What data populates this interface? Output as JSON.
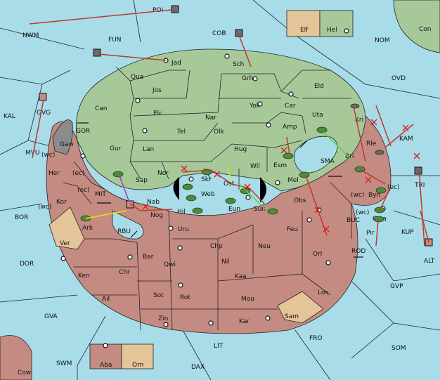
{
  "map": {
    "background": "#a8dce9",
    "land_green": "#a7c99a",
    "land_brown": "#c48b82",
    "land_tan": "#e4c59a",
    "order_color": "#c0392b",
    "support_color": "#e8e400",
    "convoy_color": "#9b3fb5"
  },
  "legend": {
    "elf": "Elf",
    "hel": "Hel",
    "aba": "Aba",
    "orn": "Orn"
  },
  "sea_labels": {
    "nwm": "NWM",
    "poi": "POI",
    "fun": "FUN",
    "cob": "COB",
    "nom": "NOM",
    "con": "Con",
    "ovd": "OVD",
    "kal": "KAL",
    "gvg": "GVG",
    "gor": "GOR",
    "mvu": "MVU",
    "mit": "MIT",
    "bor": "BOR",
    "dor": "DOR",
    "gva": "GVA",
    "swm": "SWM",
    "lit": "LIT",
    "dax": "DAX",
    "fro": "FRO",
    "som": "SOM",
    "gvp": "GVP",
    "kup": "KUP",
    "alt": "ALT",
    "rod": "ROD",
    "buc": "BUC",
    "sma": "SMA",
    "kam": "KAM",
    "rbu": "RBU",
    "tri": "TRI",
    "cow": "Cow"
  },
  "green_labels": {
    "jad": "Jad",
    "sch": "Sch",
    "qua": "Qua",
    "jos": "Jos",
    "grh": "Grh",
    "eld": "Eld",
    "can": "Can",
    "yok": "Yok",
    "car": "Car",
    "elc": "Elc",
    "nar": "Nar",
    "uta": "Uta",
    "tel": "Tel",
    "olk": "Olk",
    "amp": "Amp",
    "gur": "Gur",
    "lan": "Lan",
    "hug": "Hug",
    "esm": "Esm",
    "nor": "Nor",
    "wil": "Wil",
    "sap": "Sap",
    "skr": "Skr",
    "ost": "Ost",
    "web": "Web",
    "mel": "Mel",
    "kri": "Kri",
    "bri": "Bri"
  },
  "brown_labels": {
    "gaw": "Gaw",
    "wc1": "(wc)",
    "her": "Her",
    "ec1": "(ec)",
    "ec2": "(ec)",
    "kor": "Kor",
    "wc2": "(wc)",
    "ark": "Ark",
    "ver": "Ver",
    "nab": "Nab",
    "nog": "Nog",
    "hil": "Hil",
    "eun": "Eun",
    "sun": "Sun",
    "obs": "Obs",
    "byn": "Byn",
    "ec3": "(ec)",
    "wc3": "(wc)",
    "gwa": "Gwa",
    "wc4": "(wc)",
    "pir": "Pir",
    "rle": "Rle",
    "uru": "Uru",
    "feu": "Feu",
    "chp": "Chp",
    "neu": "Neu",
    "bar": "Bar",
    "qwi": "Qwi",
    "nil": "Nil",
    "orl": "Orl",
    "ken": "Ken",
    "chr": "Chr",
    "kaa": "Kaa",
    "ail": "Ail",
    "sot": "Sot",
    "rot": "Rot",
    "mou": "Mou",
    "los": "Los",
    "zin": "Zin",
    "kar": "Kar",
    "sam": "Sam"
  }
}
